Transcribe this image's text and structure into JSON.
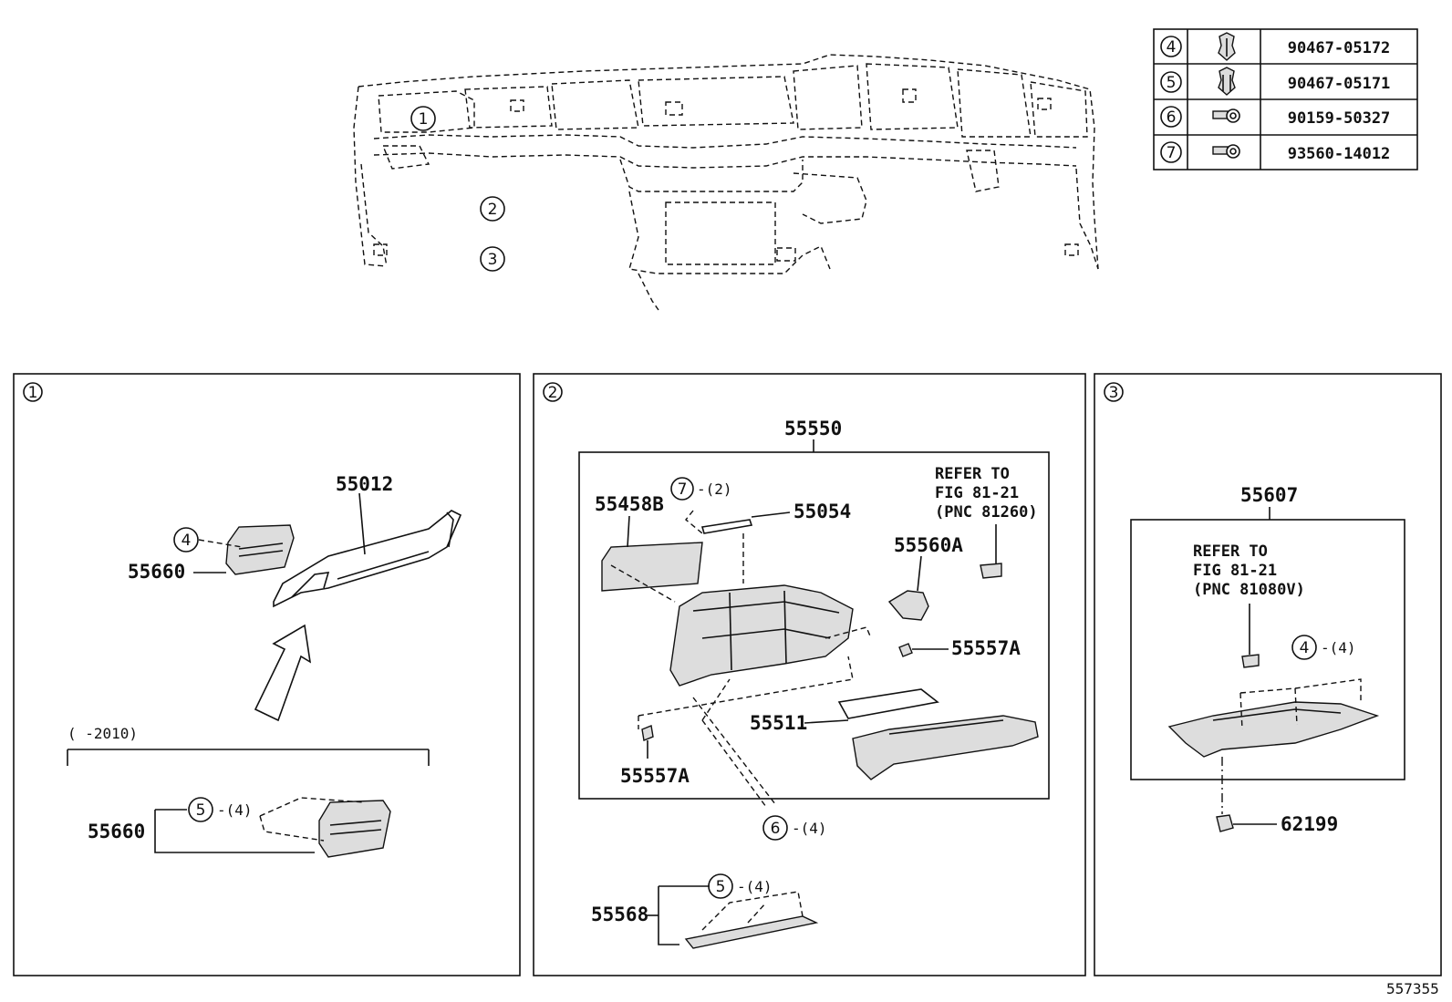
{
  "fastener_table": [
    {
      "ref": "4",
      "icon": "clip-icon",
      "part_no": "90467-05172"
    },
    {
      "ref": "5",
      "icon": "clip-icon",
      "part_no": "90467-05171"
    },
    {
      "ref": "6",
      "icon": "screw-icon",
      "part_no": "90159-50327"
    },
    {
      "ref": "7",
      "icon": "screw-icon",
      "part_no": "93560-14012"
    }
  ],
  "overview": {
    "callouts": [
      "1",
      "2",
      "3"
    ]
  },
  "panel1": {
    "ref": "1",
    "part_55012": "55012",
    "part_55660_top": "55660",
    "callout_4": "4",
    "date_range": "(     -2010)",
    "part_55660_bottom": "55660",
    "callout_5": "5",
    "callout_5_qty": "-(4)"
  },
  "panel2": {
    "ref": "2",
    "assembly": "55550",
    "part_55458b": "55458B",
    "callout_7": "7",
    "callout_7_qty": "-(2)",
    "part_55054": "55054",
    "refer_line1": "REFER TO",
    "refer_line2": "FIG 81-21",
    "refer_line3": "(PNC 81260)",
    "part_55560a": "55560A",
    "part_55557a_right": "55557A",
    "part_55511": "55511",
    "part_55557a_left": "55557A",
    "callout_6": "6",
    "callout_6_qty": "-(4)",
    "part_55568": "55568",
    "callout_5": "5",
    "callout_5_qty": "-(4)"
  },
  "panel3": {
    "ref": "3",
    "assembly": "55607",
    "refer_line1": "REFER TO",
    "refer_line2": "FIG 81-21",
    "refer_line3": "(PNC 81080V)",
    "callout_4": "4",
    "callout_4_qty": "-(4)",
    "part_62199": "62199"
  },
  "figure_id": "557355"
}
